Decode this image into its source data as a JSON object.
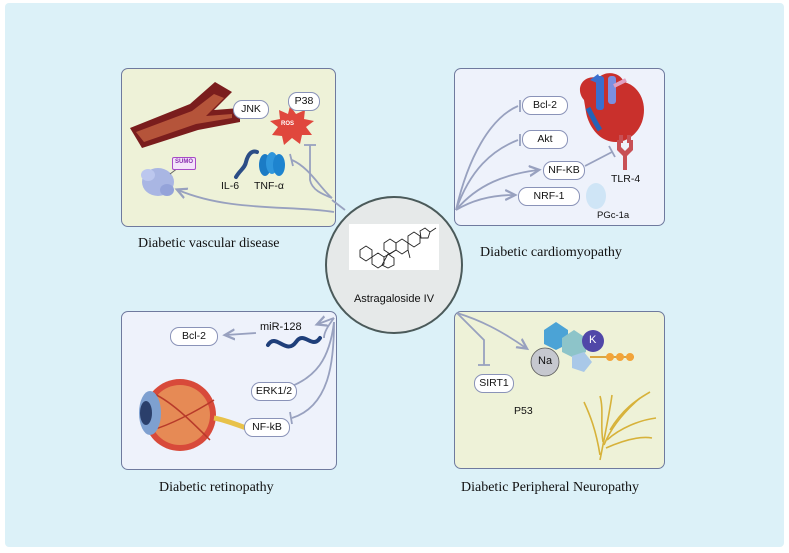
{
  "center": {
    "label": "Astragaloside IV"
  },
  "vascular": {
    "caption": "Diabetic vascular disease",
    "jnk": "JNK",
    "p38": "P38",
    "ros": "ROS",
    "sumo": "SUMO",
    "il6": "IL-6",
    "tnf": "TNF-α",
    "color": "#eef2d8"
  },
  "cardio": {
    "caption": "Diabetic cardiomyopathy",
    "bcl2": "Bcl-2",
    "akt": "Akt",
    "nfkb": "NF-KB",
    "nrf1": "NRF-1",
    "tlr4": "TLR-4",
    "pgc": "PGc-1a",
    "color": "#eef2fb"
  },
  "retina": {
    "caption": "Diabetic retinopathy",
    "bcl2": "Bcl-2",
    "mir": "miR-128",
    "erk": "ERK1/2",
    "nfkb": "NF-kB",
    "color": "#eef2fb"
  },
  "neuro": {
    "caption": "Diabetic Peripheral Neuropathy",
    "sirt1": "SIRT1",
    "p53": "P53",
    "na": "Na",
    "k": "K",
    "color": "#eef2d8"
  },
  "colors": {
    "background": "#dcf1f8",
    "arrow": "#98a1bf"
  }
}
